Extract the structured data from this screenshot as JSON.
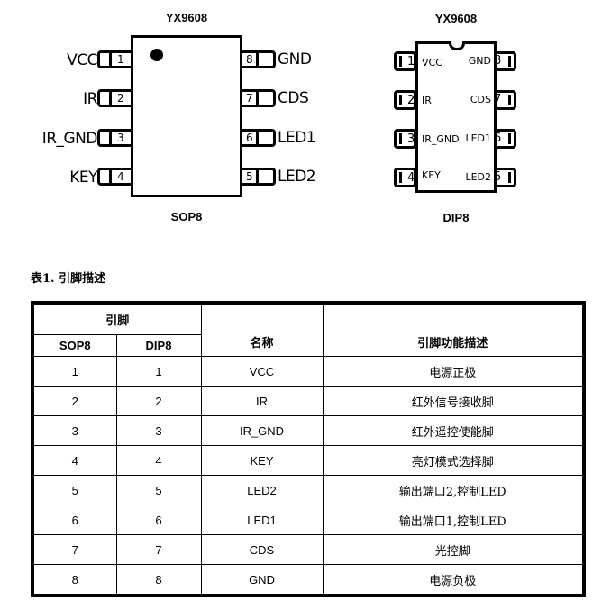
{
  "sop8_diagram": {
    "chip_name": "YX9608",
    "package_label": "SOP8",
    "left_pins": [
      {
        "num": "1",
        "name": "VCC"
      },
      {
        "num": "2",
        "name": "IR"
      },
      {
        "num": "3",
        "name": "IR_GND"
      },
      {
        "num": "4",
        "name": "KEY"
      }
    ],
    "right_pins": [
      {
        "num": "8",
        "name": "GND"
      },
      {
        "num": "7",
        "name": "CDS"
      },
      {
        "num": "6",
        "name": "LED1"
      },
      {
        "num": "5",
        "name": "LED2"
      }
    ]
  },
  "dip8_diagram": {
    "chip_name": "YX9608",
    "package_label": "DIP8",
    "left_pins": [
      {
        "num": "1",
        "name": "VCC"
      },
      {
        "num": "2",
        "name": "IR"
      },
      {
        "num": "3",
        "name": "IR_GND"
      },
      {
        "num": "4",
        "name": "KEY"
      }
    ],
    "right_pins": [
      {
        "num": "8",
        "name": "GND"
      },
      {
        "num": "7",
        "name": "CDS"
      },
      {
        "num": "6",
        "name": "LED1"
      },
      {
        "num": "5",
        "name": "LED2"
      }
    ]
  },
  "table": {
    "caption": "表1. 引脚描述",
    "headers": {
      "pin_group": "引脚",
      "sop8": "SOP8",
      "dip8": "DIP8",
      "name": "名称",
      "description": "引脚功能描述"
    },
    "rows": [
      {
        "sop8": "1",
        "dip8": "1",
        "name": "VCC",
        "description": "电源正极"
      },
      {
        "sop8": "2",
        "dip8": "2",
        "name": "IR",
        "description": "红外信号接收脚"
      },
      {
        "sop8": "3",
        "dip8": "3",
        "name": "IR_GND",
        "description": "红外遥控使能脚"
      },
      {
        "sop8": "4",
        "dip8": "4",
        "name": "KEY",
        "description": "亮灯模式选择脚"
      },
      {
        "sop8": "5",
        "dip8": "5",
        "name": "LED2",
        "description": "输出端口2,控制LED"
      },
      {
        "sop8": "6",
        "dip8": "6",
        "name": "LED1",
        "description": "输出端口1,控制LED"
      },
      {
        "sop8": "7",
        "dip8": "7",
        "name": "CDS",
        "description": "光控脚"
      },
      {
        "sop8": "8",
        "dip8": "8",
        "name": "GND",
        "description": "电源负极"
      }
    ]
  }
}
